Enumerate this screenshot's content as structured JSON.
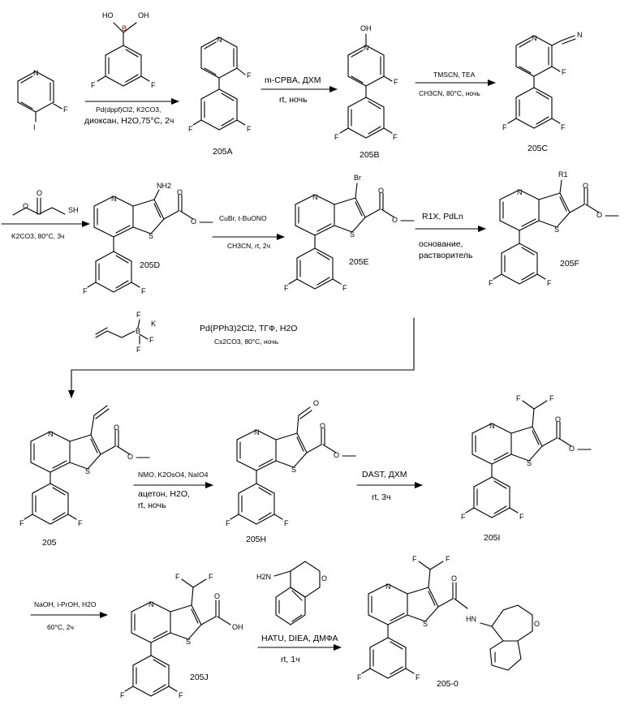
{
  "compounds": {
    "pyridine_start": {
      "atoms": [
        "N",
        "F",
        "I"
      ]
    },
    "boronic_acid": {
      "atoms": [
        "B",
        "HO",
        "OH",
        "F",
        "F"
      ]
    },
    "c205A": {
      "label": "205A",
      "atoms": [
        "N",
        "F",
        "F",
        "F"
      ]
    },
    "c205B": {
      "label": "205B",
      "atoms": [
        "N",
        "OH",
        "F",
        "F",
        "F"
      ]
    },
    "c205C": {
      "label": "205C",
      "atoms": [
        "N",
        "N",
        "F",
        "F",
        "F"
      ]
    },
    "thioglycolate": {
      "atoms": [
        "O",
        "O",
        "SH"
      ]
    },
    "c205D": {
      "label": "205D",
      "atoms": [
        "NH2",
        "N",
        "S",
        "O",
        "O",
        "F",
        "F"
      ]
    },
    "c205E": {
      "label": "205E",
      "atoms": [
        "Br",
        "N",
        "S",
        "O",
        "O",
        "F",
        "F"
      ]
    },
    "c205F": {
      "label": "205F",
      "atoms": [
        "R1",
        "N",
        "S",
        "O",
        "O",
        "F",
        "F"
      ]
    },
    "vinyl_bf3k": {
      "atoms": [
        "F",
        "F",
        "F",
        "K",
        "B"
      ]
    },
    "c205": {
      "label": "205",
      "atoms": [
        "N",
        "S",
        "O",
        "O",
        "F",
        "F"
      ]
    },
    "c205H": {
      "label": "205H",
      "atoms": [
        "O",
        "N",
        "S",
        "O",
        "O",
        "F",
        "F"
      ]
    },
    "c205I": {
      "label": "205I",
      "atoms": [
        "F",
        "F",
        "N",
        "S",
        "O",
        "O",
        "F",
        "F"
      ]
    },
    "c205J": {
      "label": "205J",
      "atoms": [
        "F",
        "F",
        "N",
        "S",
        "O",
        "OH",
        "F",
        "F"
      ]
    },
    "amine": {
      "atoms": [
        "H2N",
        "O"
      ]
    },
    "c205_0": {
      "label": "205-0",
      "atoms": [
        "F",
        "F",
        "N",
        "S",
        "O",
        "HN",
        "O",
        "F",
        "F"
      ]
    }
  },
  "arrows": [
    {
      "above": "",
      "below": [
        "Pd(dppf)Cl2, K2CO3,",
        "диоксан, H2O,75°C, 2ч"
      ]
    },
    {
      "above": "m-CPBA, ДХМ",
      "below": [
        "rt, ночь"
      ]
    },
    {
      "above": "TMSCN, TEA",
      "below": [
        "CH3CN, 80°C, ночь"
      ]
    },
    {
      "above": "",
      "below": [
        "K2CO3, 80°C, 3ч"
      ]
    },
    {
      "above": "CuBr, t-BuONO",
      "below": [
        "CH3CN, rt, 2ч"
      ]
    },
    {
      "above": "R1X, PdLn",
      "below": [
        "основание,",
        "растворитель"
      ]
    },
    {
      "above": "Pd(PPh3)2Cl2, ТГФ, H2O",
      "below": [
        "Cs2CO3, 80°C, ночь"
      ]
    },
    {
      "above": "NMO, K2OsO4, NaIO4",
      "below": [
        "ацетон, H2O,",
        "rt, ночь"
      ]
    },
    {
      "above": "DAST, ДХМ",
      "below": [
        "rt, 3ч"
      ]
    },
    {
      "above": "NaOH, i-PrOH, H2O",
      "below": [
        "60°C, 2ч"
      ]
    },
    {
      "above": "HATU, DIEA, ДМФА",
      "below": [
        "rt, 1ч"
      ]
    }
  ]
}
